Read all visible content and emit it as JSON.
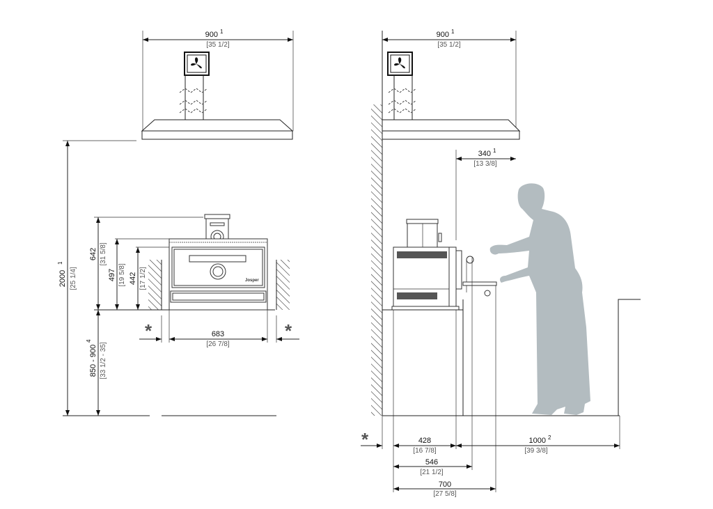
{
  "left_view": {
    "hood_width": {
      "value": "900",
      "note": "1",
      "inch": "[35 1/2]"
    },
    "hood_height": {
      "value": "2000",
      "note": "1",
      "inch": "[25 1/4]"
    },
    "height_642": {
      "value": "642",
      "inch": "[31 5/8]"
    },
    "height_497": {
      "value": "497",
      "inch": "[19 5/8]"
    },
    "height_442": {
      "value": "442",
      "inch": "[17 1/2]"
    },
    "counter_height": {
      "value": "850 - 900",
      "note": "4",
      "inch": "[33 1/2 - 35]"
    },
    "width_683": {
      "value": "683",
      "inch": "[26 7/8]"
    },
    "clearance_mark": "*",
    "brand": "Josper"
  },
  "right_view": {
    "hood_width": {
      "value": "900",
      "note": "1",
      "inch": "[35 1/2]"
    },
    "hood_overhang": {
      "value": "340",
      "note": "1",
      "inch": "[13 3/8]"
    },
    "depth_428": {
      "value": "428",
      "inch": "[16 7/8]"
    },
    "space_1000": {
      "value": "1000",
      "note": "2",
      "inch": "[39 3/8]"
    },
    "depth_546": {
      "value": "546",
      "inch": "[21 1/2]"
    },
    "depth_700": {
      "value": "700",
      "inch": "[27 5/8]"
    },
    "clearance_mark": "*"
  },
  "colors": {
    "line": "#222222",
    "silhouette": "#b3bcc0",
    "secondary_text": "#555555"
  }
}
